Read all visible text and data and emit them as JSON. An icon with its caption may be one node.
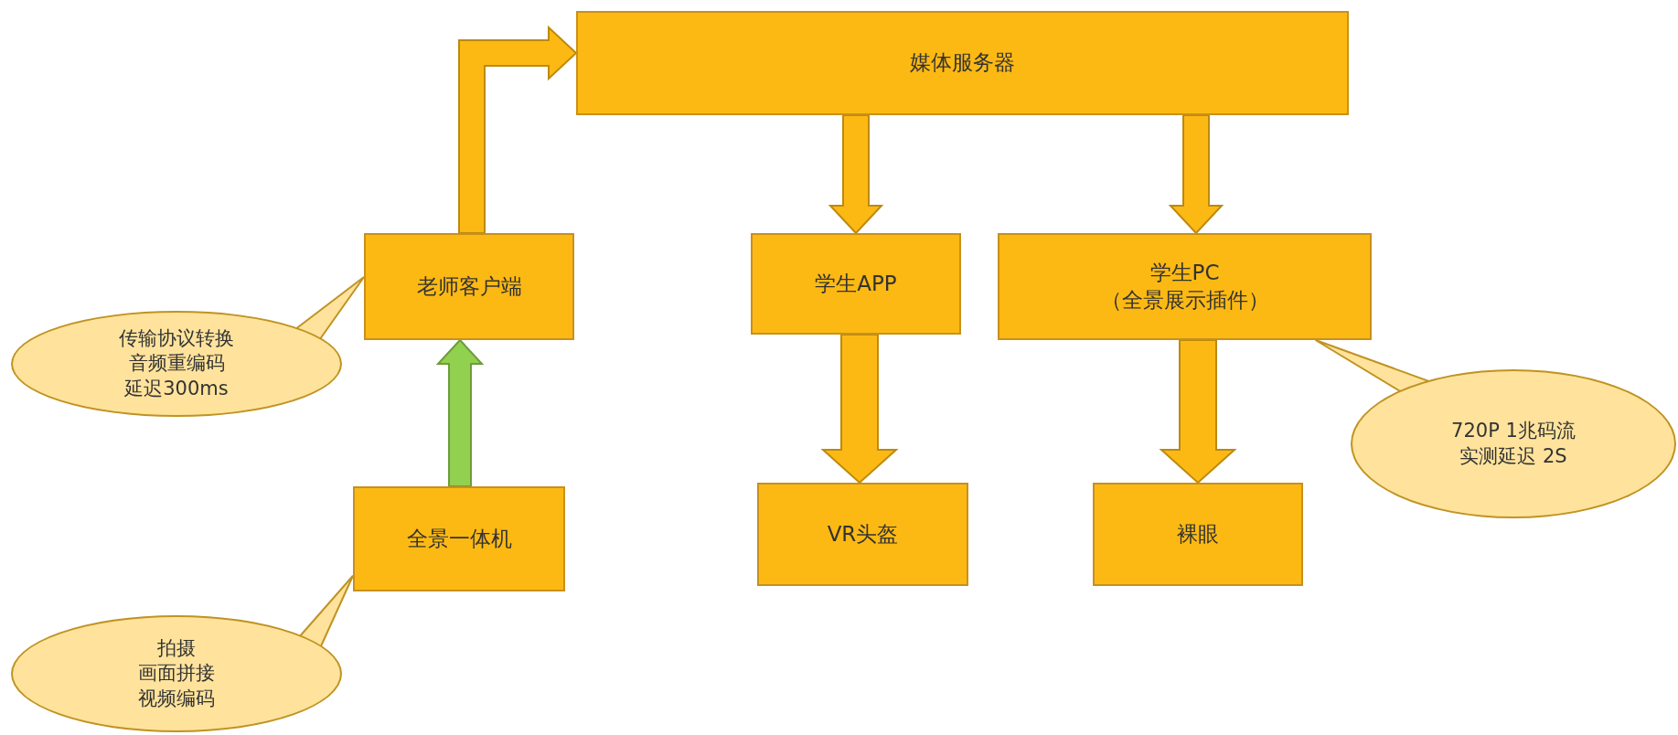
{
  "diagram": {
    "nodes": [
      {
        "text": [
          "媒体服务器"
        ]
      },
      {
        "text": [
          "老师客户端"
        ]
      },
      {
        "text": [
          "学生APP"
        ]
      },
      {
        "text": [
          "学生PC",
          "（全景展示插件）"
        ]
      },
      {
        "text": [
          "传输协议转换",
          "音频重编码",
          "延迟300ms"
        ]
      },
      {
        "text": [
          "VR头盔"
        ]
      },
      {
        "text": [
          "裸眼"
        ]
      },
      {
        "text": [
          "720P 1兆码流",
          "实测延迟 2S"
        ]
      },
      {
        "text": [
          "全景一体机"
        ]
      },
      {
        "text": [
          "拍摄",
          "画面拼接",
          "视频编码"
        ]
      }
    ],
    "edges": [
      {
        "from": 8,
        "to": 1,
        "arrow": "to",
        "color": "#92d050"
      },
      {
        "from": 1,
        "to": 0,
        "arrow": "to"
      },
      {
        "from": 0,
        "to": 2,
        "arrow": "to"
      },
      {
        "from": 0,
        "to": 3,
        "arrow": "to"
      },
      {
        "from": 2,
        "to": 5,
        "arrow": "to"
      },
      {
        "from": 3,
        "to": 6,
        "arrow": "to"
      },
      {
        "from": 4,
        "to": 1,
        "arrow": "none"
      },
      {
        "from": 7,
        "to": 3,
        "arrow": "none"
      },
      {
        "from": 9,
        "to": 8,
        "arrow": "none"
      }
    ]
  }
}
